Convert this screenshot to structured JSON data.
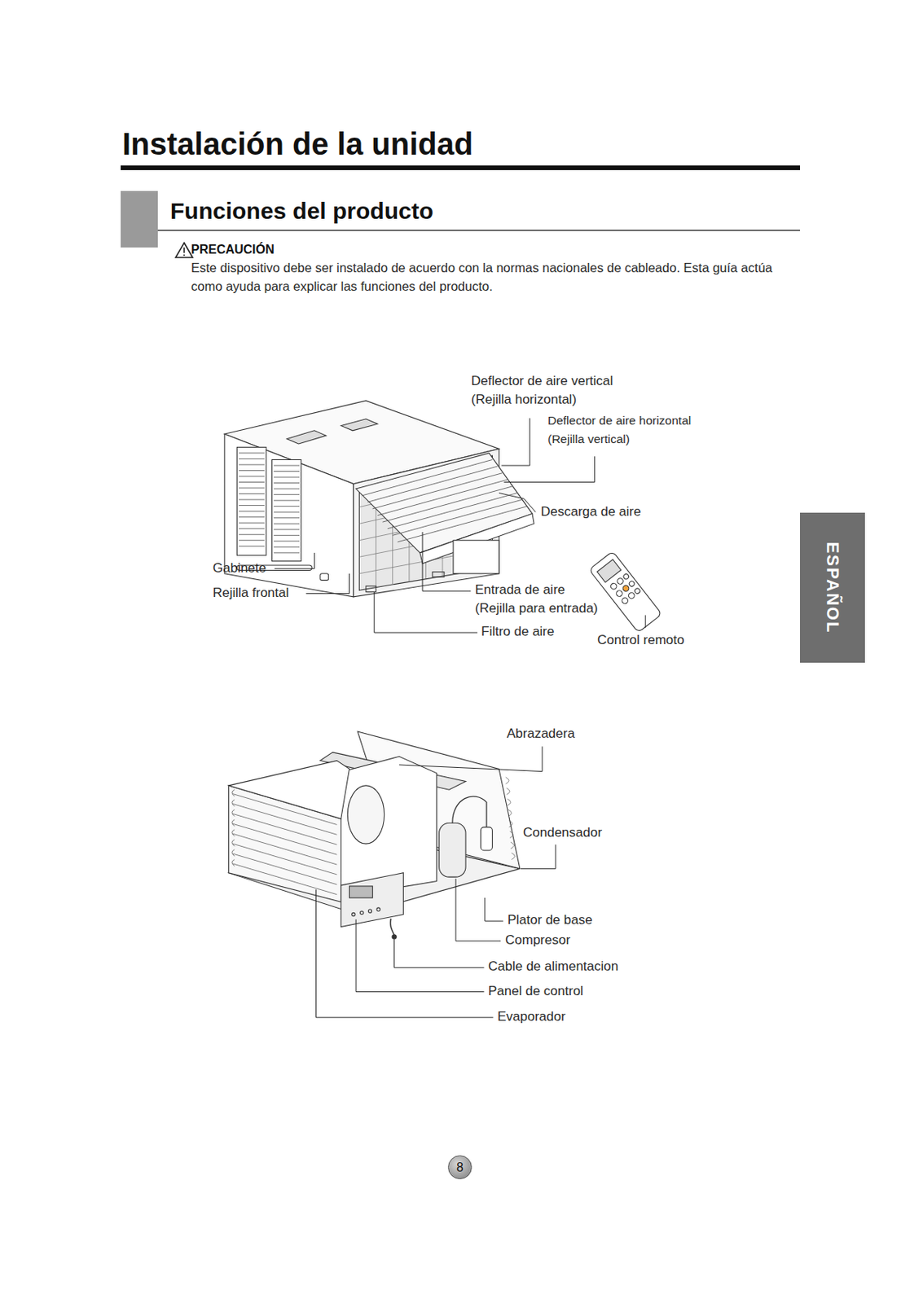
{
  "diagram": {
    "title": "Instalación de la unidad",
    "nodes": [
      {
        "text": [
          "ESPAÑOL"
        ]
      },
      {
        "text": [
          "8"
        ]
      }
    ],
    "labels": [
      "Funciones del producto",
      "PRECAUCIÓN",
      "Este dispositivo debe ser instalado de acuerdo con la normas nacionales de cableado. Esta guía actúa como ayuda para explicar las funciones del producto.",
      "Deflector de aire vertical",
      "(Rejilla horizontal)",
      "Deflector de aire horizontal",
      "(Rejilla vertical)",
      "Descarga de aire",
      "Entrada de aire",
      "(Rejilla para entrada)",
      "Filtro de aire",
      "Control remoto",
      "Gabinete",
      "Rejilla frontal",
      "Abrazadera",
      "Condensador",
      "Plator de base",
      "Compresor",
      "Cable de alimentacion",
      "Panel de control",
      "Evaporador"
    ]
  }
}
